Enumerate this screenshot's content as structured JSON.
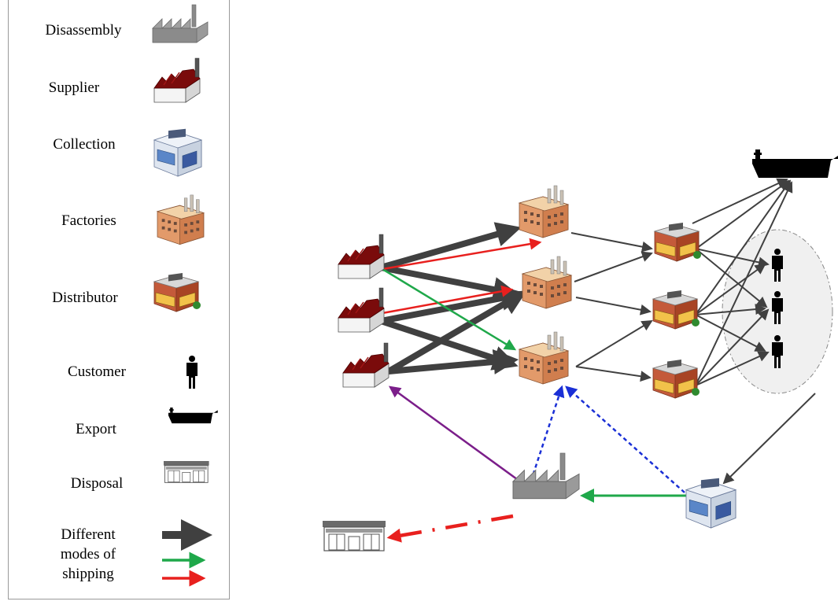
{
  "legend": {
    "items": [
      {
        "label": "Disassembly",
        "icon": "disassembly-factory-icon"
      },
      {
        "label": "Supplier",
        "icon": "supplier-factory-icon"
      },
      {
        "label": "Collection",
        "icon": "collection-center-icon"
      },
      {
        "label": "Factories",
        "icon": "factory-icon"
      },
      {
        "label": "Distributor",
        "icon": "distributor-icon"
      },
      {
        "label": "Customer",
        "icon": "customer-icon"
      },
      {
        "label": "Export",
        "icon": "ship-icon"
      },
      {
        "label": "Disposal",
        "icon": "disposal-icon"
      }
    ],
    "shipping_label": "Different\nmodes of\nshipping",
    "shipping_modes": [
      {
        "color": "#404040"
      },
      {
        "color": "#1fa84a"
      },
      {
        "color": "#e8201e"
      }
    ]
  },
  "colors": {
    "heavy_arrow": "#404040",
    "thin_arrow": "#404040",
    "green": "#1fa84a",
    "red": "#e8201e",
    "purple": "#7b1e8a",
    "blue_dashed": "#1a2fd6",
    "supplier_roof": "#7a0b0b",
    "disassembly_gray": "#8e8e8e",
    "factory_brick": "#d98a5a"
  }
}
